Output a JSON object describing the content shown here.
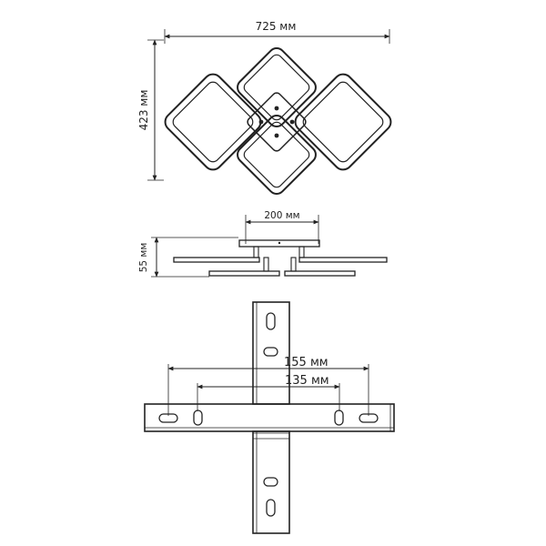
{
  "top_view": {
    "width_label": "725 мм",
    "height_label": "423 мм"
  },
  "side_view": {
    "width_label": "200 мм",
    "height_label": "55 мм"
  },
  "bracket_view": {
    "outer_label": "155 мм",
    "inner_label": "135 мм"
  }
}
